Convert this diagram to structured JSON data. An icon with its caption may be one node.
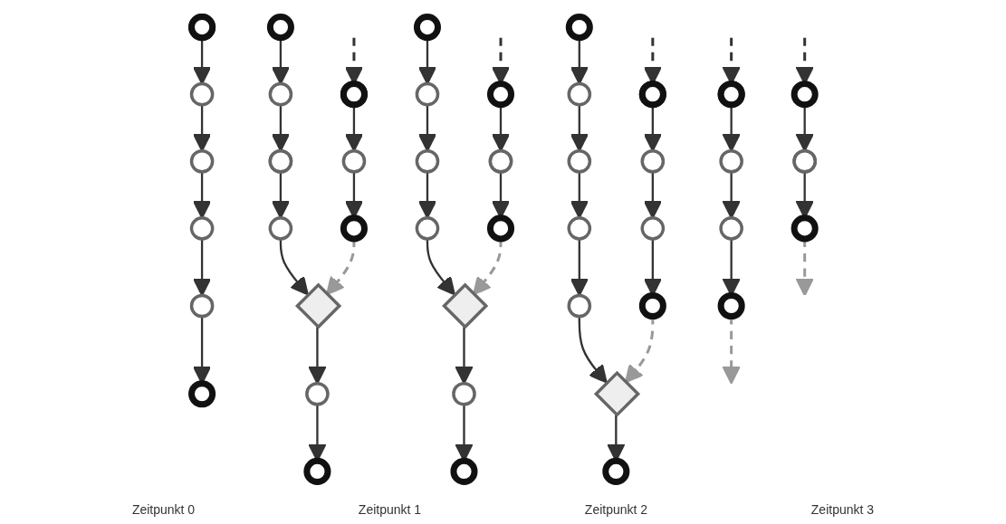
{
  "diagram": {
    "nodes": [
      {
        "text": [],
        "shape": "circle"
      },
      {
        "text": [],
        "shape": "circle"
      },
      {
        "text": [],
        "shape": "circle"
      },
      {
        "text": [],
        "shape": "circle"
      },
      {
        "text": [],
        "shape": "circle"
      },
      {
        "text": [],
        "shape": "circle"
      },
      {
        "text": [],
        "shape": "circle"
      },
      {
        "text": [],
        "shape": "circle"
      },
      {
        "text": [],
        "shape": "circle"
      },
      {
        "text": [],
        "shape": "circle"
      },
      {
        "text": [],
        "shape": "diamond"
      },
      {
        "text": [],
        "shape": "circle"
      },
      {
        "text": [],
        "shape": "circle"
      },
      {
        "text": [],
        "shape": "circle"
      },
      {
        "text": [],
        "shape": "circle"
      },
      {
        "text": [],
        "shape": "circle"
      },
      {
        "text": [],
        "shape": "circle"
      },
      {
        "text": [],
        "shape": "circle"
      },
      {
        "text": [],
        "shape": "circle"
      },
      {
        "text": [],
        "shape": "circle"
      },
      {
        "text": [],
        "shape": "circle"
      },
      {
        "text": [],
        "shape": "circle"
      },
      {
        "text": [],
        "shape": "circle"
      },
      {
        "text": [],
        "shape": "circle"
      },
      {
        "text": [],
        "shape": "diamond"
      },
      {
        "text": [],
        "shape": "circle"
      },
      {
        "text": [],
        "shape": "circle"
      },
      {
        "text": [],
        "shape": "circle"
      },
      {
        "text": [],
        "shape": "circle"
      },
      {
        "text": [],
        "shape": "circle"
      },
      {
        "text": [],
        "shape": "circle"
      },
      {
        "text": [],
        "shape": "circle"
      },
      {
        "text": [],
        "shape": "circle"
      },
      {
        "text": [],
        "shape": "circle"
      },
      {
        "text": [],
        "shape": "circle"
      },
      {
        "text": [],
        "shape": "circle"
      },
      {
        "text": [],
        "shape": "circle"
      },
      {
        "text": [],
        "shape": "circle"
      },
      {
        "text": [],
        "shape": "circle"
      },
      {
        "text": [],
        "shape": "diamond"
      },
      {
        "text": [],
        "shape": "circle"
      },
      {
        "text": [],
        "shape": "circle"
      },
      {
        "text": [],
        "shape": "circle"
      },
      {
        "text": [],
        "shape": "circle"
      }
    ],
    "edges": [
      {
        "from": 0,
        "to": 1,
        "arrow": "to"
      },
      {
        "from": 1,
        "to": 2,
        "arrow": "to"
      },
      {
        "from": 2,
        "to": 3,
        "arrow": "to"
      },
      {
        "from": 3,
        "to": 4,
        "arrow": "to"
      },
      {
        "from": 4,
        "to": 5,
        "arrow": "to"
      },
      {
        "from": 6,
        "to": 7,
        "arrow": "to"
      },
      {
        "from": 7,
        "to": 8,
        "arrow": "to"
      },
      {
        "from": 8,
        "to": 9,
        "arrow": "to"
      },
      {
        "from": 9,
        "to": 10,
        "arrow": "to"
      },
      {
        "from": 10,
        "to": 11,
        "arrow": "to"
      },
      {
        "from": 11,
        "to": 12,
        "arrow": "to"
      },
      {
        "from": 13,
        "to": 14,
        "arrow": "to"
      },
      {
        "from": 14,
        "to": 15,
        "arrow": "to"
      },
      {
        "from": null,
        "to": 13,
        "arrow": "to",
        "style": "dashed"
      },
      {
        "from": 15,
        "to": 10,
        "arrow": "to",
        "style": "dashed",
        "color": "#999999"
      },
      {
        "from": 16,
        "to": 17,
        "arrow": "to"
      },
      {
        "from": 17,
        "to": 18,
        "arrow": "to"
      },
      {
        "from": 18,
        "to": 19,
        "arrow": "to"
      },
      {
        "from": 20,
        "to": 21,
        "arrow": "to"
      },
      {
        "from": 21,
        "to": 22,
        "arrow": "to"
      },
      {
        "from": 22,
        "to": 23,
        "arrow": "to"
      },
      {
        "from": 23,
        "to": 24,
        "arrow": "to"
      },
      {
        "from": 24,
        "to": 25,
        "arrow": "to"
      },
      {
        "from": 25,
        "to": 26,
        "arrow": "to"
      },
      {
        "from": 27,
        "to": 28,
        "arrow": "to"
      },
      {
        "from": 28,
        "to": 29,
        "arrow": "to"
      },
      {
        "from": null,
        "to": 16,
        "arrow": "to",
        "style": "dashed"
      },
      {
        "from": null,
        "to": 27,
        "arrow": "to",
        "style": "dashed"
      },
      {
        "from": 29,
        "to": 24,
        "arrow": "to",
        "style": "dashed",
        "color": "#999999"
      },
      {
        "from": 19,
        "to": null,
        "arrow": "to",
        "style": "dashed",
        "color": "#999999"
      },
      {
        "from": 30,
        "to": 31,
        "arrow": "to"
      },
      {
        "from": 31,
        "to": 32,
        "arrow": "to"
      },
      {
        "from": 32,
        "to": 33,
        "arrow": "to"
      },
      {
        "from": 34,
        "to": 35,
        "arrow": "to"
      },
      {
        "from": 35,
        "to": 36,
        "arrow": "to"
      },
      {
        "from": 36,
        "to": 37,
        "arrow": "to"
      },
      {
        "from": 37,
        "to": 38,
        "arrow": "to"
      },
      {
        "from": 38,
        "to": 39,
        "arrow": "to"
      },
      {
        "from": 39,
        "to": 40,
        "arrow": "to"
      },
      {
        "from": 41,
        "to": 42,
        "arrow": "to"
      },
      {
        "from": 42,
        "to": 43,
        "arrow": "to"
      },
      {
        "from": null,
        "to": 30,
        "arrow": "to",
        "style": "dashed"
      },
      {
        "from": null,
        "to": 41,
        "arrow": "to",
        "style": "dashed"
      },
      {
        "from": 43,
        "to": null,
        "arrow": "to",
        "style": "dashed",
        "color": "#999999"
      },
      {
        "from": 33,
        "to": 39,
        "arrow": "to",
        "style": "dashed",
        "color": "#999999"
      }
    ],
    "labels": [
      "Zeitpunkt 0",
      "Zeitpunkt 1",
      "Zeitpunkt 2",
      "Zeitpunkt 3"
    ]
  }
}
